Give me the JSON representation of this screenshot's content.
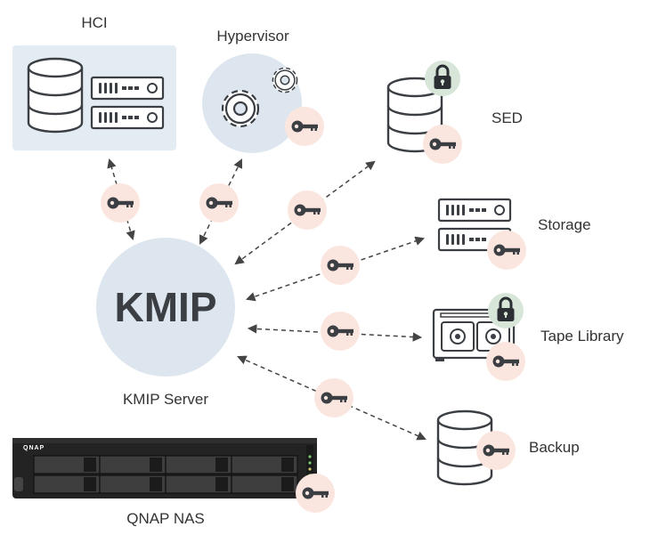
{
  "nodes": {
    "hci": "HCI",
    "hypervisor": "Hypervisor",
    "sed": "SED",
    "storage": "Storage",
    "tape": "Tape Library",
    "backup": "Backup",
    "kmip_center": "KMIP",
    "kmip_server": "KMIP Server",
    "nas": "QNAP NAS"
  },
  "nas_brand": "QNAP",
  "icons": {
    "key": "key-icon",
    "lock": "padlock-icon",
    "gear": "gear-icon",
    "database": "database-icon",
    "server": "server-rack-icon",
    "tape": "tape-drive-icon"
  },
  "colors": {
    "key_badge_bg": "#fbe6df",
    "key_fill": "#3b3f44",
    "lock_badge_bg": "#d7e6d9",
    "hci_bg": "#e3ebf3",
    "kmip_circle": "#dde6ee",
    "line": "#444444",
    "nas_body": "#232323"
  }
}
